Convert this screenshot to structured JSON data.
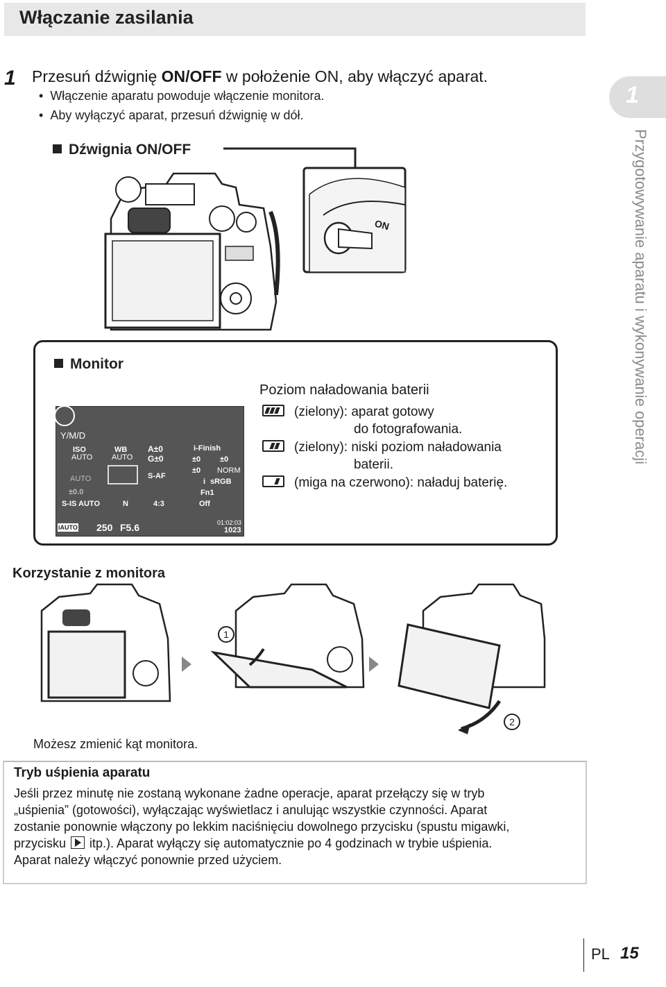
{
  "title": "Włączanie zasilania",
  "tab": {
    "number": "1",
    "side_text": "Przygotowywanie aparatu i wykonywanie operacji"
  },
  "step": {
    "number": "1",
    "text_before": "Przesuń dźwignię ",
    "text_key": "ON/OFF",
    "text_after": " w położenie ON, aby włączyć aparat.",
    "bullets": [
      "Włączenie aparatu powoduje włączenie monitora.",
      "Aby wyłączyć aparat, przesuń dźwignię w dół."
    ]
  },
  "lever_section": {
    "heading": "Dźwignia ON/OFF",
    "on_label": "ON"
  },
  "monitor_section": {
    "heading": "Monitor"
  },
  "monitor_display": {
    "ymd": "Y/M/D",
    "iso": "ISO",
    "iso_auto": "AUTO",
    "wb": "WB",
    "wb_auto": "AUTO",
    "a": "A±0",
    "g": "G±0",
    "ifinish": "i-Finish",
    "s0": "±0",
    "c0": "±0",
    "flash_auto": "AUTO",
    "saf": "S-AF",
    "grad0": "±0",
    "norm": "NORM",
    "i": "i",
    "srgb": "sRGB",
    "flash_comp": "±0.0",
    "fn1": "Fn1",
    "sis": "S-IS AUTO",
    "ln": "N",
    "aspect": "4:3",
    "off": "Off",
    "iauto": "iAUTO",
    "shutter": "250",
    "aperture": "F5.6",
    "time": "01:02:03",
    "shots": "1023"
  },
  "battery": {
    "title": "Poziom naładowania baterii",
    "items": [
      {
        "text": "(zielony): aparat gotowy",
        "cont": "do fotografowania."
      },
      {
        "text": "(zielony): niski poziom naładowania",
        "cont": "baterii."
      },
      {
        "text": "(miga na czerwono): naładuj baterię.",
        "cont": ""
      }
    ]
  },
  "using_monitor": {
    "heading": "Korzystanie z monitora",
    "caption": "Możesz zmienić kąt monitora.",
    "step1": "1",
    "step2": "2"
  },
  "sleep_note": {
    "heading": "Tryb uśpienia aparatu",
    "line1": "Jeśli przez minutę nie zostaną wykonane żadne operacje, aparat przełączy się w tryb",
    "line2": "„uśpienia” (gotowości), wyłączając wyświetlacz i anulując wszystkie czynności. Aparat",
    "line3": "zostanie ponownie włączony po lekkim naciśnięciu dowolnego przycisku (spustu migawki,",
    "line4_before": "przycisku",
    "line4_after": "itp.). Aparat wyłączy się automatycznie po 4 godzinach w trybie uśpienia.",
    "line5": "Aparat należy włączyć ponownie przed użyciem."
  },
  "footer": {
    "lang": "PL",
    "page": "15"
  }
}
